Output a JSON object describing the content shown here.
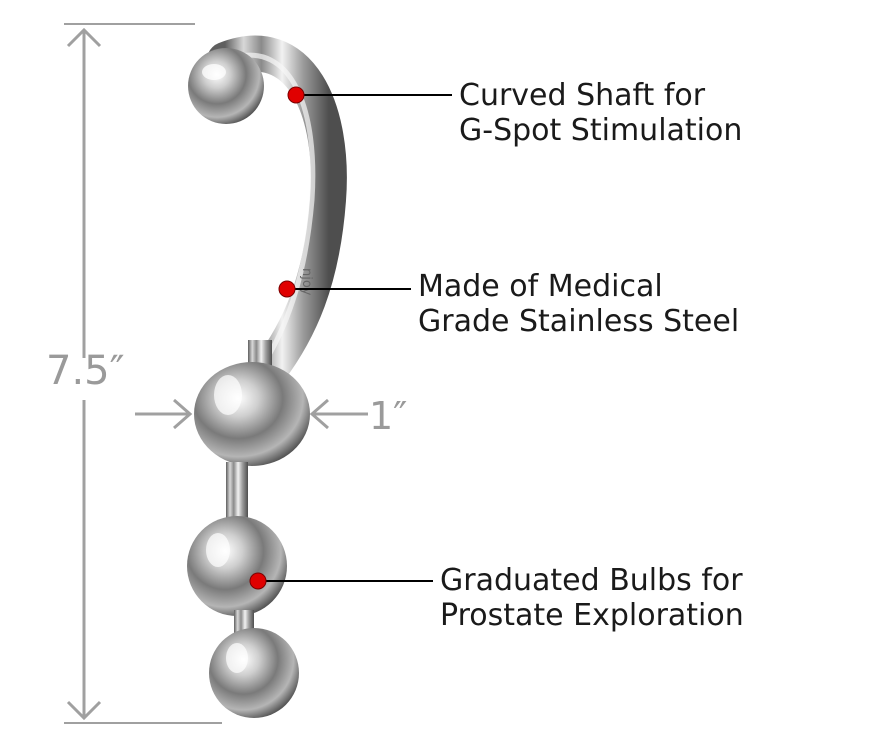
{
  "dimensions": {
    "height_label": "7.5″",
    "width_label": "1″"
  },
  "callouts": [
    {
      "line1": "Curved Shaft for",
      "line2": "G-Spot Stimulation"
    },
    {
      "line1": "Made of Medical",
      "line2": "Grade Stainless Steel"
    },
    {
      "line1": "Graduated Bulbs for",
      "line2": "Prostate Exploration"
    }
  ],
  "engraving": "njoy",
  "colors": {
    "marker": "#e00000",
    "dimension": "#9a9a9a",
    "leader": "#000000",
    "text": "#1a1a1a"
  }
}
